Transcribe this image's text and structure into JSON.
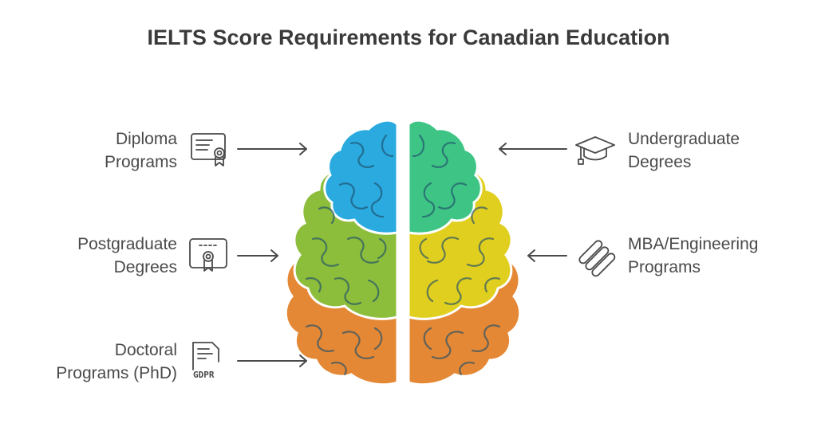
{
  "title": "IELTS Score Requirements for Canadian Education",
  "items": [
    {
      "lines": [
        "Diploma",
        "Programs"
      ],
      "icon": "certificate-icon",
      "color": "#2aaadf"
    },
    {
      "lines": [
        "Postgraduate",
        "Degrees"
      ],
      "icon": "diploma-icon",
      "color": "#8cbd3b"
    },
    {
      "lines": [
        "Doctoral",
        "Programs (PhD)"
      ],
      "icon": "gdpr-document-icon",
      "color": "#e48835"
    },
    {
      "lines": [
        "Undergraduate",
        "Degrees"
      ],
      "icon": "graduation-cap-icon",
      "color": "#3ec585"
    },
    {
      "lines": [
        "MBA/Engineering",
        "Programs"
      ],
      "icon": "engineering-tools-icon",
      "color": "#e0cf1f"
    }
  ]
}
